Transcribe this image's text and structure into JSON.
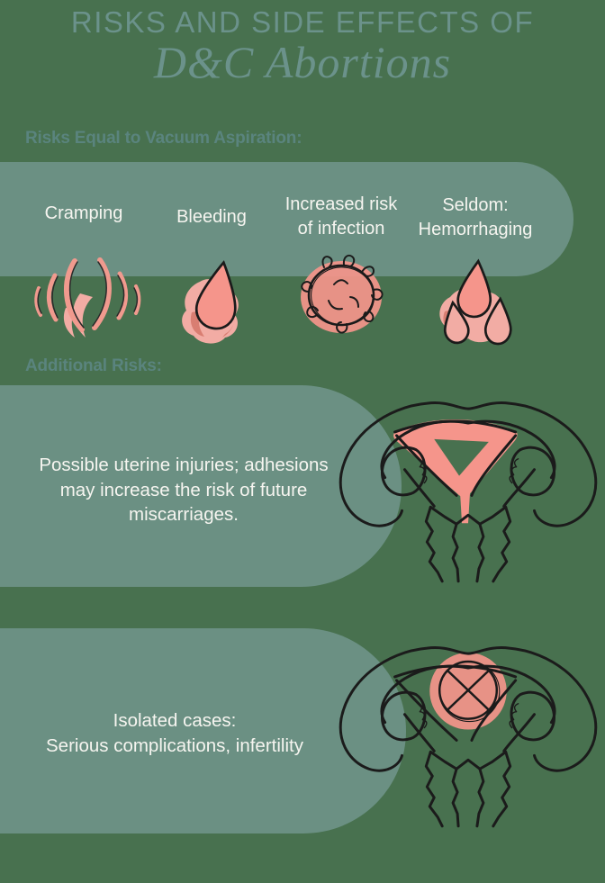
{
  "header": {
    "title": "RISKS AND SIDE EFFECTS OF",
    "subtitle": "D&C Abortions"
  },
  "equal_risks": {
    "heading": "Risks Equal to Vacuum Aspiration:",
    "items": [
      {
        "name": "cramping",
        "line1": "Cramping",
        "line2": "",
        "icon": "cramping-icon"
      },
      {
        "name": "bleeding",
        "line1": "Bleeding",
        "line2": "",
        "icon": "blood-drop-icon"
      },
      {
        "name": "infection",
        "line1": "Increased risk",
        "line2": "of infection",
        "icon": "germ-icon"
      },
      {
        "name": "hemorrhaging",
        "line1": "Seldom:",
        "line2": "Hemorrhaging",
        "icon": "blood-drops-icon"
      }
    ]
  },
  "additional_risks": {
    "heading": "Additional Risks:",
    "cards": [
      {
        "name": "uterine-injuries",
        "line1": "Possible uterine injuries; adhesions",
        "line2": "may increase the risk of future",
        "line3": "miscarriages.",
        "icon": "uterus-illustration"
      },
      {
        "name": "isolated-cases",
        "line1": "Isolated cases:",
        "line2": "Serious complications, infertility",
        "line3": "",
        "icon": "uterus-crossed-circle-illustration"
      }
    ]
  },
  "colors": {
    "background": "#48714F",
    "panel": "#6B9083",
    "title-teal": "#6B928B",
    "heading-teal": "#5A847E",
    "text-white": "#F6F5F0",
    "salmon": "#F5958B",
    "pink-light": "#F2ACA4",
    "pink-dark": "#D97E72",
    "ink": "#1B1B1B"
  }
}
